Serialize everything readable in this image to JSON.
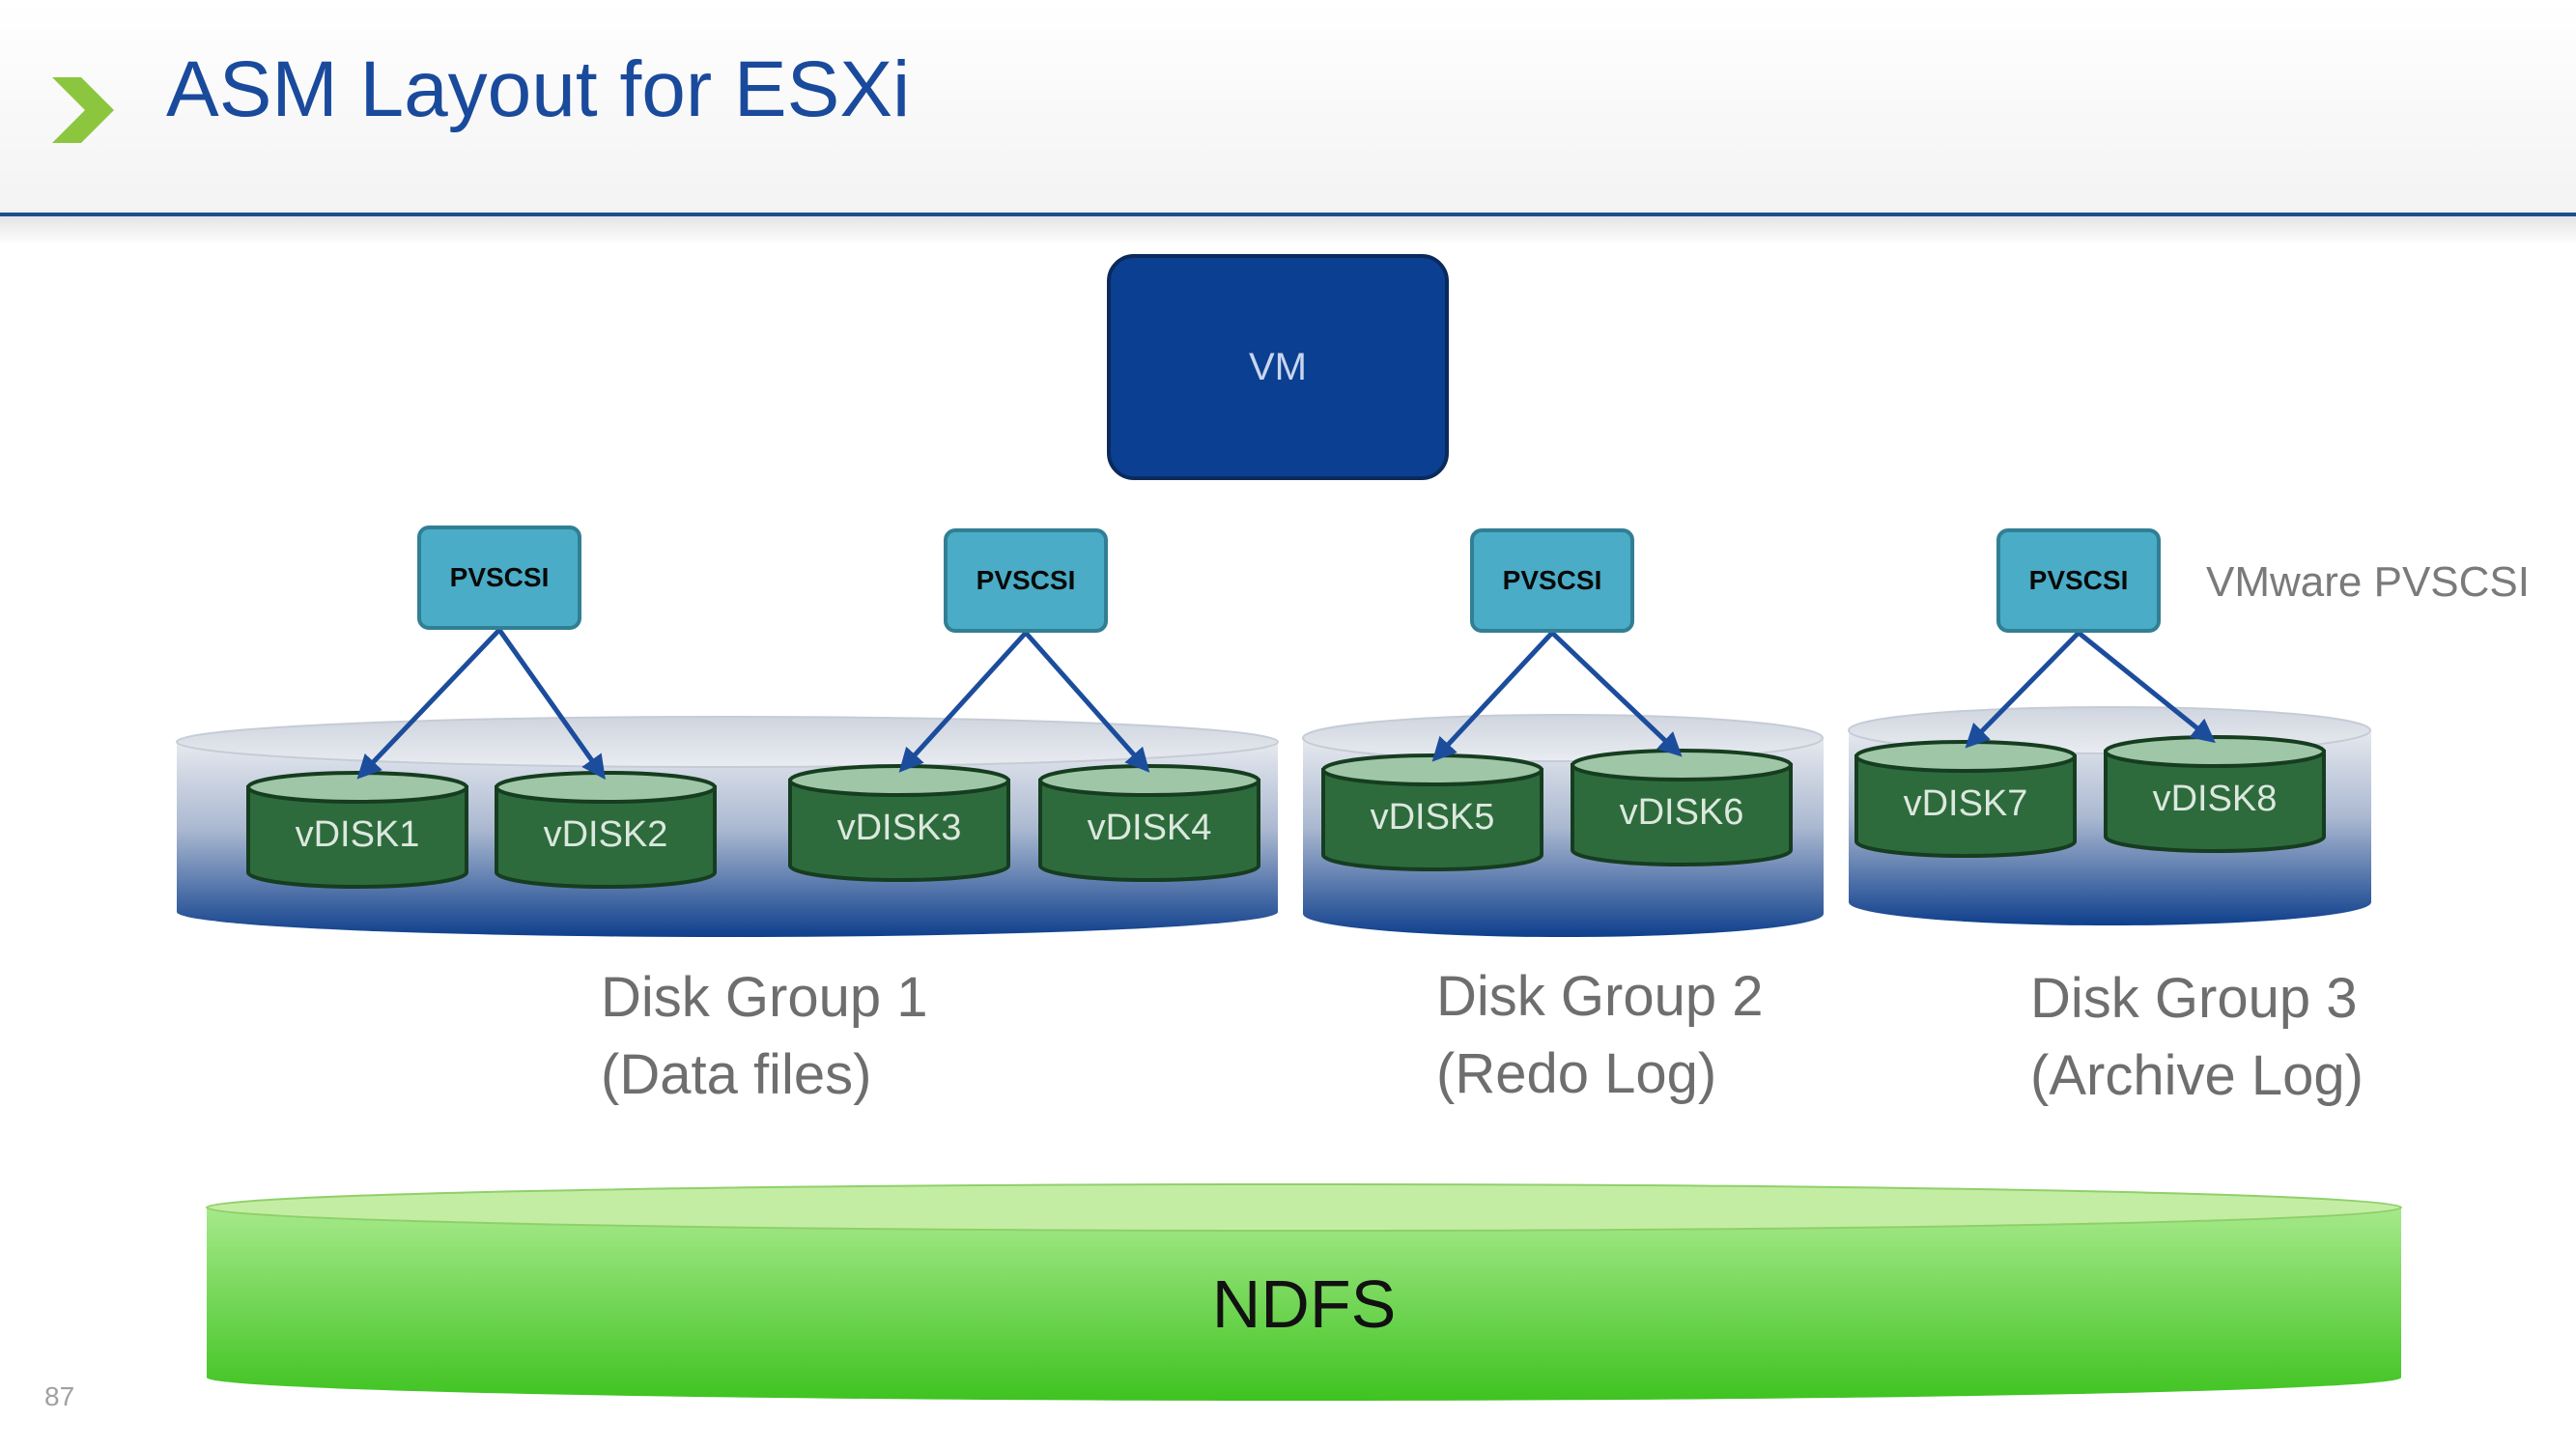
{
  "slide": {
    "title": "ASM Layout for ESXi",
    "page_number": "87",
    "icon": "chevron-right-icon",
    "accent_color": "#8cc63f",
    "title_color": "#1a4a9c"
  },
  "vm": {
    "label": "VM",
    "color": "#0b3f91"
  },
  "controllers": {
    "label": "PVSCSI",
    "caption": "VMware PVSCSI",
    "color": "#4aacc6",
    "items": [
      {
        "id": "pvscsi-1",
        "disks": [
          "vDISK1",
          "vDISK2"
        ]
      },
      {
        "id": "pvscsi-2",
        "disks": [
          "vDISK3",
          "vDISK4"
        ]
      },
      {
        "id": "pvscsi-3",
        "disks": [
          "vDISK5",
          "vDISK6"
        ]
      },
      {
        "id": "pvscsi-4",
        "disks": [
          "vDISK7",
          "vDISK8"
        ]
      }
    ]
  },
  "disks": [
    "vDISK1",
    "vDISK2",
    "vDISK3",
    "vDISK4",
    "vDISK5",
    "vDISK6",
    "vDISK7",
    "vDISK8"
  ],
  "disk_groups": [
    {
      "name": "Disk Group 1",
      "purpose": "(Data files)",
      "disks": [
        "vDISK1",
        "vDISK2",
        "vDISK3",
        "vDISK4"
      ]
    },
    {
      "name": "Disk Group 2",
      "purpose": "(Redo Log)",
      "disks": [
        "vDISK5",
        "vDISK6"
      ]
    },
    {
      "name": "Disk Group 3",
      "purpose": "(Archive Log)",
      "disks": [
        "vDISK7",
        "vDISK8"
      ]
    }
  ],
  "storage": {
    "label": "NDFS",
    "color": "#6fd94a"
  }
}
